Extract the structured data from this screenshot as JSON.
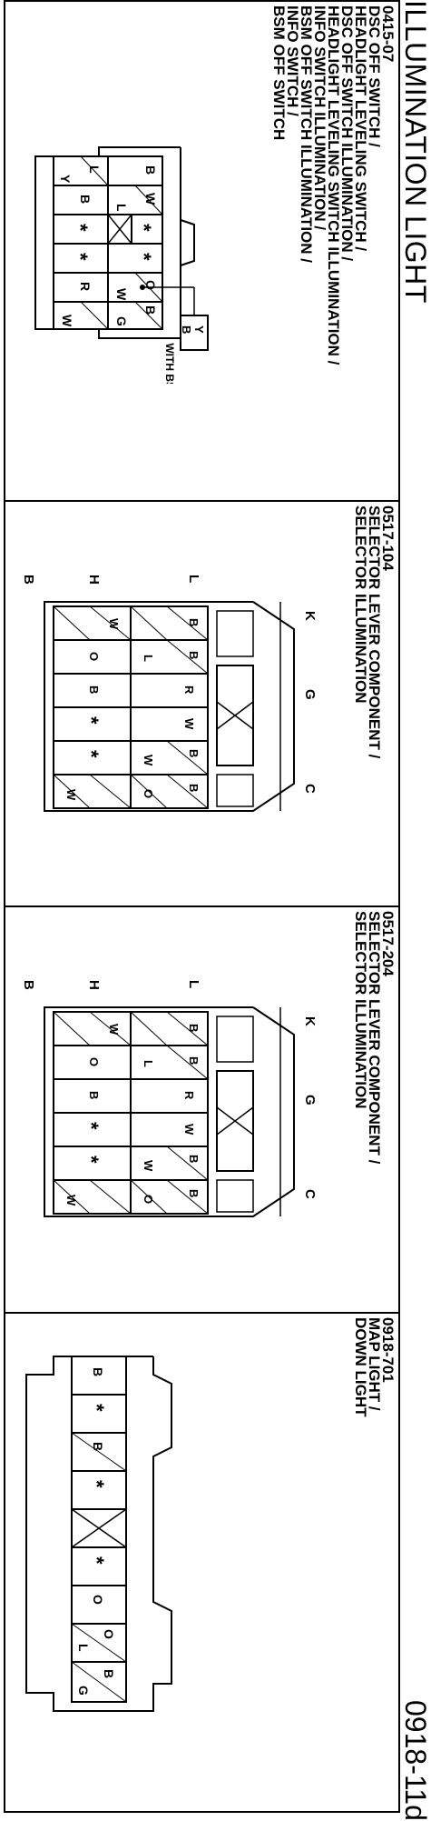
{
  "header": {
    "title": "ILLUMINATION LIGHT",
    "page_number": "0918-11d"
  },
  "panels": [
    {
      "code": "0415-07",
      "lines": [
        "DSC OFF SWITCH /",
        "HEADLIGHT LEVELING SWITCH /",
        "DSC OFF SWITCH ILLUMINATION /",
        "HEADLIGHT LEVELING SWITCH ILLUMINATION /",
        "INFO SWITCH ILLUMINATION /",
        "BSM OFF SWITCH ILLUMINATION /",
        "INFO SWITCH /",
        "BSM OFF SWITCH"
      ],
      "pins_top": [
        "B",
        "W",
        "*",
        "*",
        "B",
        "B"
      ],
      "pins_top_sub": [
        "",
        "L",
        "",
        "O",
        "W",
        "G"
      ],
      "pins_bottom": [
        "L",
        "B",
        "*",
        "*",
        "R",
        "W"
      ],
      "pins_bottom_sub": [
        "",
        "Y",
        "",
        "",
        "",
        ""
      ],
      "option_box": {
        "top": "Y",
        "bottom": "B"
      },
      "option_note": ": WITH BSM"
    },
    {
      "code": "0517-104",
      "lines": [
        "SELECTOR LEVER COMPONENT /",
        "SELECTOR ILLUMINATION"
      ],
      "labels": {
        "k": "K",
        "g": "G",
        "c": "C",
        "l": "L",
        "h": "H",
        "b": "B"
      },
      "row1": [
        "B",
        "B",
        "R",
        "W",
        "B",
        "B"
      ],
      "row1_sub": [
        "",
        "L",
        "",
        "",
        "W",
        "O"
      ],
      "row2": [
        "W",
        "O",
        "B",
        "*",
        "*",
        "W"
      ],
      "row2_sub": [
        "",
        "",
        "",
        "",
        "",
        ""
      ]
    },
    {
      "code": "0517-204",
      "lines": [
        "SELECTOR LEVER COMPONENT /",
        "SELECTOR ILLUMINATION"
      ],
      "labels": {
        "k": "K",
        "g": "G",
        "c": "C",
        "l": "L",
        "h": "H",
        "b": "B"
      },
      "row1": [
        "B",
        "B",
        "R",
        "W",
        "B",
        "B"
      ],
      "row1_sub": [
        "",
        "L",
        "",
        "",
        "W",
        "O"
      ],
      "row2": [
        "W",
        "O",
        "B",
        "*",
        "*",
        "W"
      ],
      "row2_sub": [
        "",
        "",
        "",
        "",
        "",
        ""
      ]
    },
    {
      "code": "0918-701",
      "lines": [
        "MAP LIGHT /",
        "DOWN LIGHT"
      ],
      "pins": [
        "B",
        "*",
        "B",
        "*",
        "*",
        "O",
        "O",
        "B",
        "B"
      ],
      "pins_sub": [
        "",
        "",
        "",
        "",
        "",
        "",
        "L",
        "",
        "G"
      ]
    }
  ]
}
